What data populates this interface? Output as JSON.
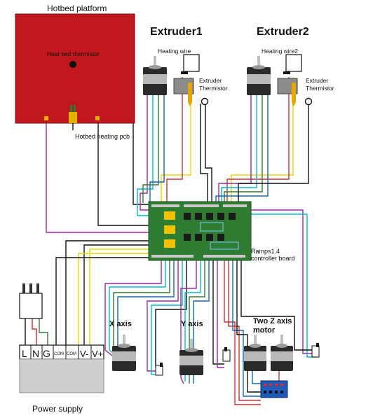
{
  "labels": {
    "hotbed_platform": "Hotbed platform",
    "heat_bed_thermistor": "Heat bed thermistor",
    "hotbed_heating_pcb": "Hotbed heating pcb",
    "extruder1": "Extruder1",
    "extruder2": "Extruder2",
    "heating_wire": "Heating wire",
    "heating_wire2": "Heating wire2",
    "extruder_thermistor_1_line1": "Extruder",
    "extruder_thermistor_1_line2": "Thermistor",
    "extruder_thermistor_2_line1": "Extruder",
    "extruder_thermistor_2_line2": "Thermistor",
    "ramps_line1": "Ramps1.4",
    "ramps_line2": "controller board",
    "x_axis": "X axis",
    "y_axis": "Y axis",
    "z_axis_line1": "Two Z axis",
    "z_axis_line2": "motor",
    "power_supply": "Power supply"
  },
  "power_terminals": {
    "l": "L",
    "n": "N",
    "g": "G",
    "com1": "COM",
    "com2": "COM",
    "v1": "V-",
    "v2": "V+"
  },
  "colors": {
    "hotbed": "#c0181c",
    "board": "#2e7d32",
    "wire_purple": "#9c27b0",
    "wire_yellow": "#e8d800",
    "wire_cyan": "#00bcd4",
    "wire_red": "#d32f2f",
    "wire_blue": "#1565c0",
    "wire_green": "#2e7d32",
    "wire_black": "#111111",
    "psu_body": "#cfcfcf"
  }
}
